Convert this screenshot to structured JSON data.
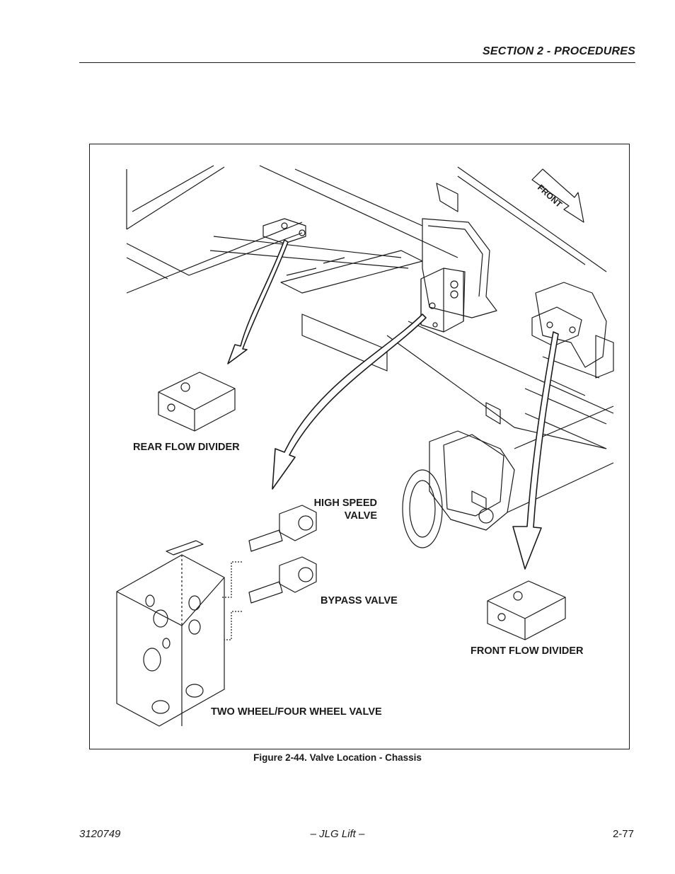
{
  "header": {
    "section": "SECTION 2 - PROCEDURES"
  },
  "figure": {
    "front_arrow_label": "FRONT",
    "callouts": {
      "rear_flow_divider": "REAR FLOW DIVIDER",
      "high_speed_line1": "HIGH SPEED",
      "high_speed_line2": "VALVE",
      "bypass_valve": "BYPASS VALVE",
      "front_flow_divider": "FRONT FLOW DIVIDER",
      "two_four_wheel_valve": "TWO WHEEL/FOUR WHEEL VALVE"
    },
    "caption": "Figure 2-44.  Valve Location - Chassis"
  },
  "footer": {
    "doc_number": "3120749",
    "publisher": "– JLG Lift –",
    "page": "2-77"
  }
}
